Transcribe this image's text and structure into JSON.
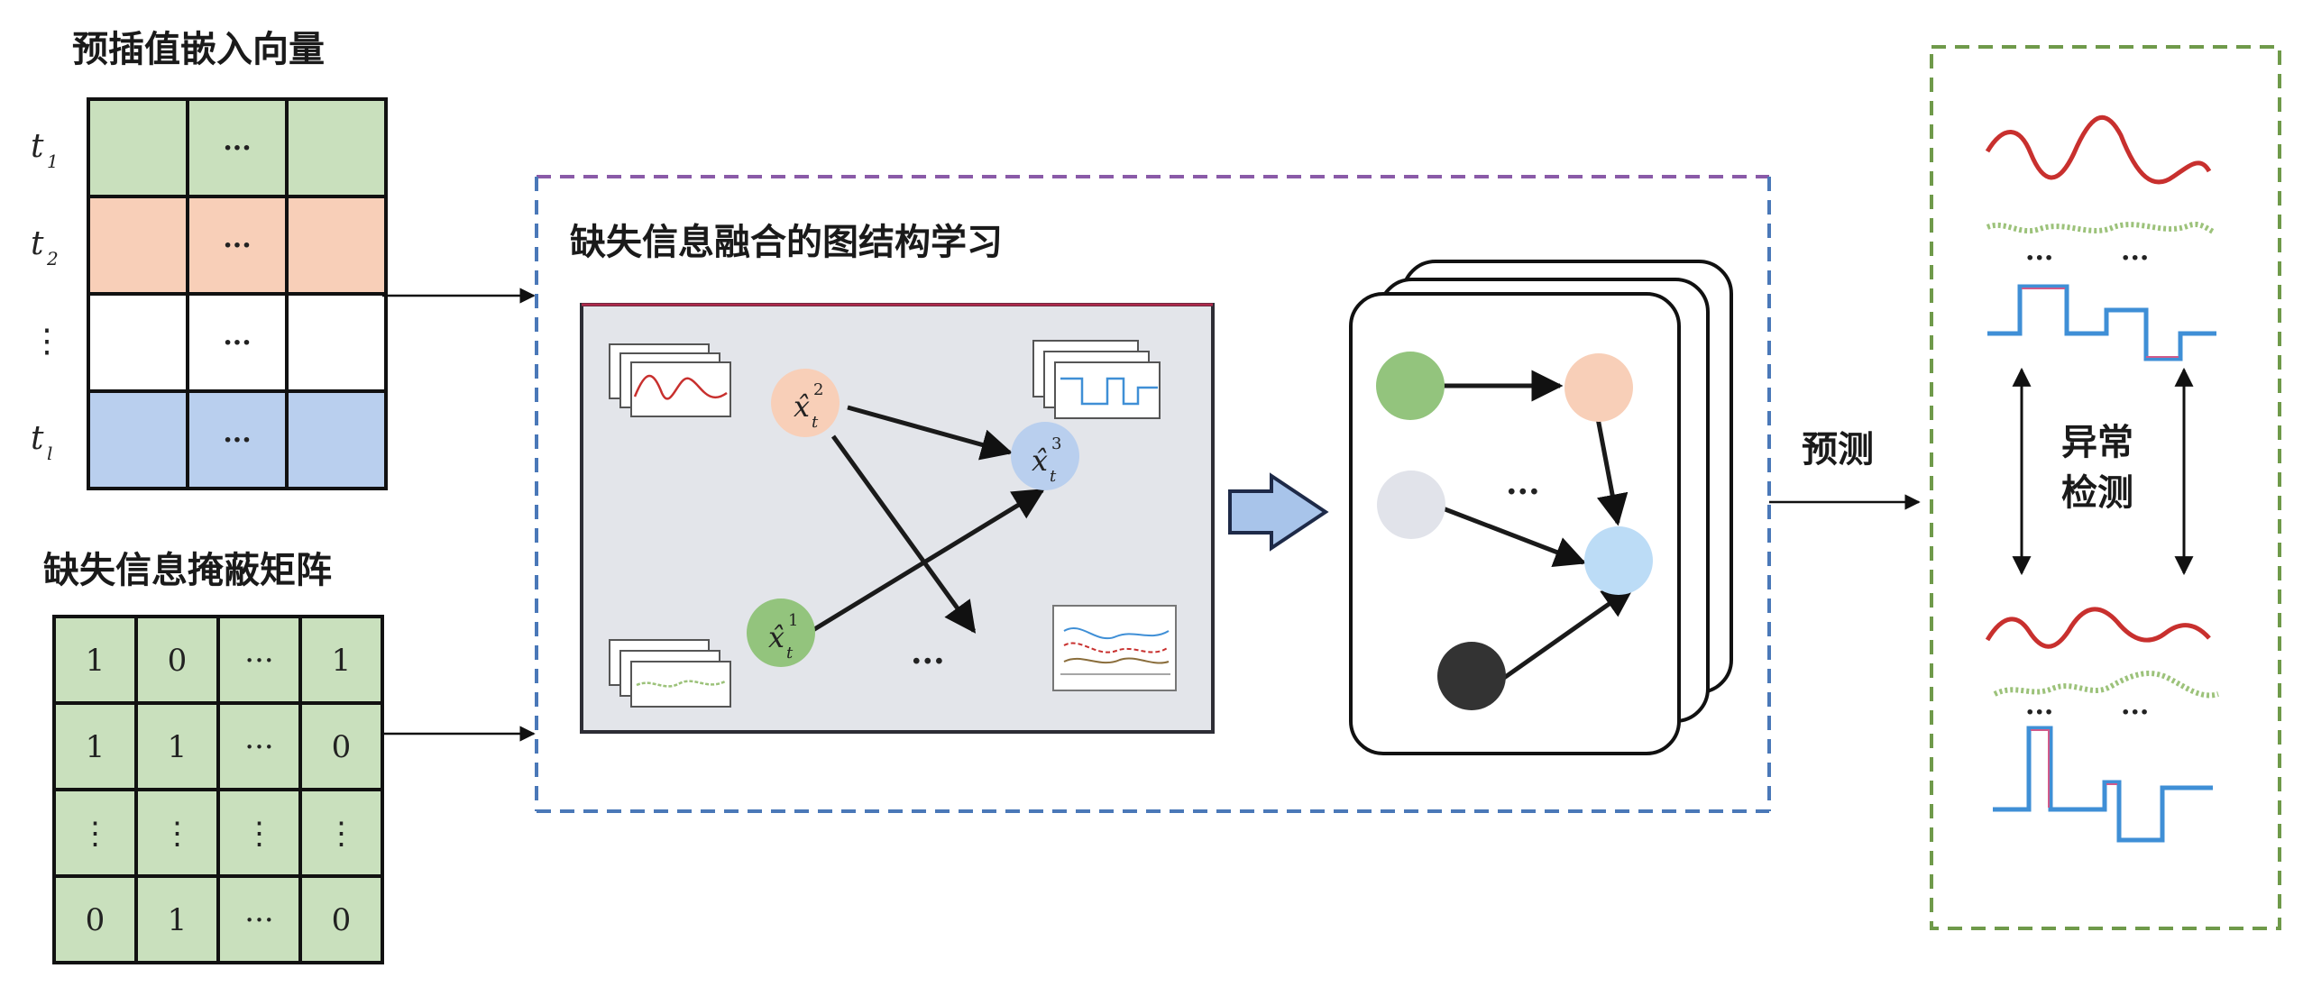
{
  "labels": {
    "embedding_title": "预插值嵌入向量",
    "mask_title": "缺失信息掩蔽矩阵",
    "graph_title": "缺失信息融合的图结构学习",
    "predict": "预测",
    "anomaly_line1": "异常",
    "anomaly_line2": "检测"
  },
  "embedding_rows": [
    {
      "label": "t",
      "sub": "1",
      "color": "#c9e0bd",
      "cells": [
        "",
        "···",
        ""
      ]
    },
    {
      "label": "t",
      "sub": "2",
      "color": "#f8cfb8",
      "cells": [
        "",
        "···",
        ""
      ]
    },
    {
      "label": "⋮",
      "sub": "",
      "color": "#ffffff",
      "cells": [
        "",
        "···",
        ""
      ]
    },
    {
      "label": "t",
      "sub": "l",
      "color": "#b9cfee",
      "cells": [
        "",
        "···",
        ""
      ]
    }
  ],
  "mask_matrix": [
    [
      "1",
      "0",
      "···",
      "1"
    ],
    [
      "1",
      "1",
      "···",
      "0"
    ],
    [
      "⋮",
      "⋮",
      "⋮",
      "⋮"
    ],
    [
      "0",
      "1",
      "···",
      "0"
    ]
  ],
  "graph_nodes": [
    {
      "base": "x̂",
      "sub": "t",
      "sup": "2"
    },
    {
      "base": "x̂",
      "sub": "t",
      "sup": "3"
    },
    {
      "base": "x̂",
      "sub": "t",
      "sup": "1"
    }
  ],
  "ellipsis": "···",
  "colors": {
    "green": "#c9e0bd",
    "orange": "#f8cfb8",
    "blue": "#b9cfee",
    "panel": "#e3e5ea",
    "purple_dash": "#8a5aa8",
    "blue_dash": "#4a78b8",
    "green_dash": "#6f9a4a",
    "red_series": "#c8302e",
    "blue_series": "#3f8fd6"
  }
}
